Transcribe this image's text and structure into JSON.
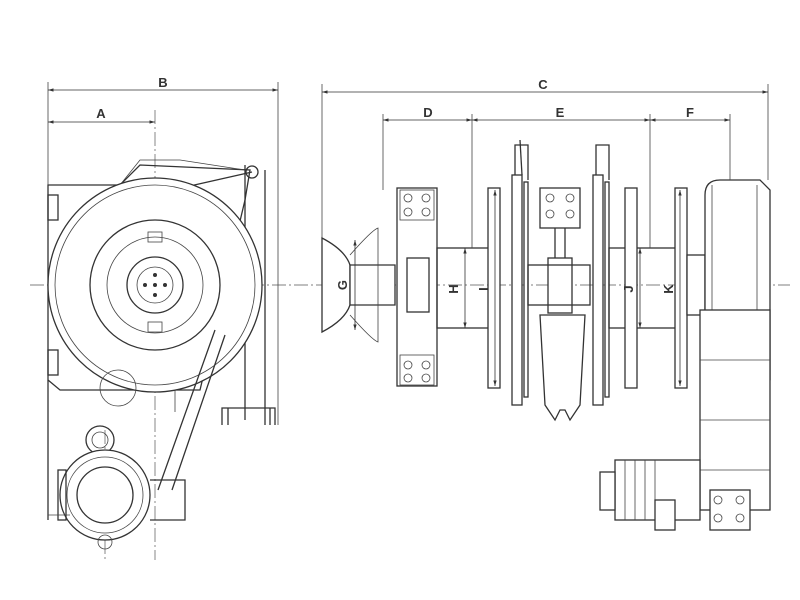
{
  "drawing": {
    "title": "Winch dimensional drawing",
    "dimension_labels": {
      "A": "A",
      "B": "B",
      "C": "C",
      "D": "D",
      "E": "E",
      "F": "F",
      "G": "G",
      "H": "H",
      "I": "I",
      "J": "J",
      "K": "K"
    },
    "line_color": "#333333",
    "background": "#ffffff"
  }
}
